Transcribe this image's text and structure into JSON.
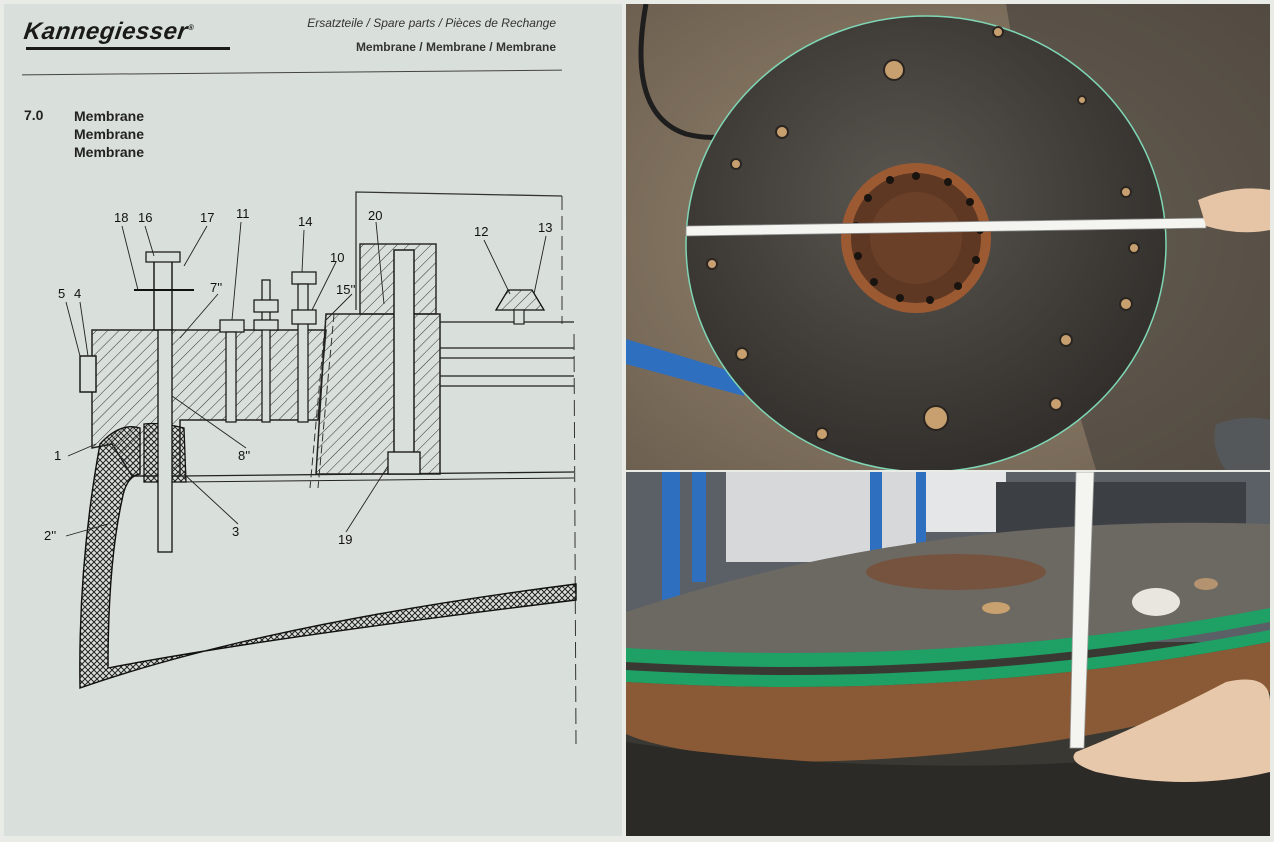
{
  "document": {
    "brand": "Kannegiesser",
    "brand_mark": "®",
    "header_line1": "Ersatzteile / Spare parts / Pièces de Rechange",
    "header_line2": "Membrane / Membrane / Membrane",
    "section_number": "7.0",
    "section_titles": [
      "Membrane",
      "Membrane",
      "Membrane"
    ],
    "callouts": {
      "c18": "18",
      "c16": "16",
      "c17": "17",
      "c11": "11",
      "c14": "14",
      "c10": "10",
      "c15": "15''",
      "c20": "20",
      "c12": "12",
      "c13": "13",
      "c5": "5",
      "c4": "4",
      "c7": "7''",
      "c1": "1",
      "c8": "8''",
      "c2": "2''",
      "c3": "3",
      "c19": "19"
    }
  },
  "photos": {
    "top": "round-steel-plate-measured-icon",
    "bottom": "plate-edge-with-green-seals-icon"
  },
  "colors": {
    "paper": "#d9dfdb",
    "ink": "#1a1a1a",
    "soil": "#8a7a66",
    "plate": "#3f3c38",
    "rust": "#8a4a2a",
    "tape": "#f4f4f0",
    "green_seal": "#1fa064",
    "blue_pipe": "#2f6fc0"
  }
}
